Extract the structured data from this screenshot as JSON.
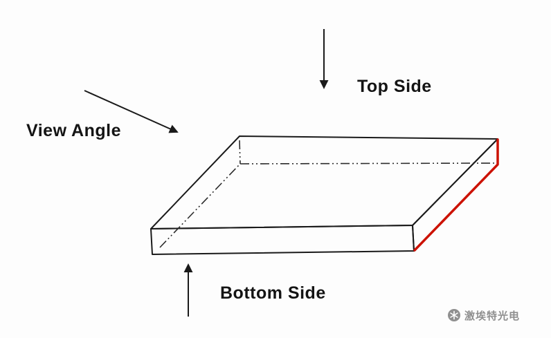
{
  "labels": {
    "top_side": "Top Side",
    "view_angle": "View Angle",
    "bottom_side": "Bottom Side"
  },
  "watermark": {
    "text": "激埃特光电"
  },
  "colors": {
    "top_face": "#c9eef6",
    "side_face": "#ffffff",
    "edge": "#1a1a1a",
    "red_edge": "#cc1100",
    "label_text": "#141414",
    "watermark_gray": "#8f8f8f"
  }
}
